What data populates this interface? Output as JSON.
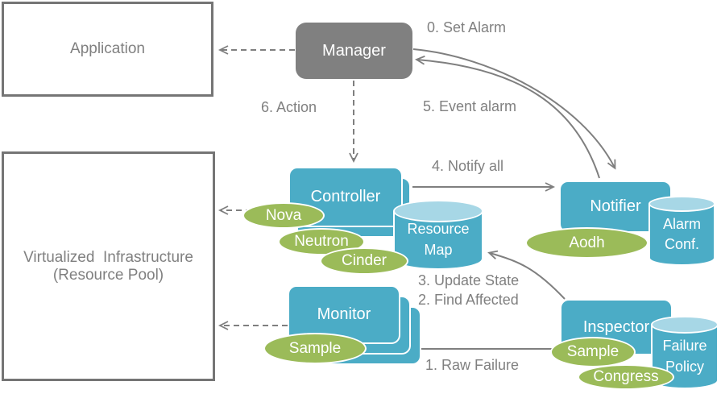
{
  "colors": {
    "blue": "#4bacc6",
    "blue-light": "#a7d7e6",
    "green": "#9bbb59",
    "gray-fill": "#808080",
    "text-gray": "#808080",
    "line-gray": "#7f7f7f",
    "border-gray": "#757575"
  },
  "boxes": {
    "application": {
      "label": "Application"
    },
    "virtualized_infrastructure": {
      "line1": "Virtualized  Infrastructure",
      "line2": "(Resource Pool)"
    },
    "manager": {
      "label": "Manager"
    },
    "controller": {
      "label": "Controller"
    },
    "monitor": {
      "label": "Monitor"
    },
    "notifier": {
      "label": "Notifier"
    },
    "inspector": {
      "label": "Inspector"
    }
  },
  "cylinders": {
    "resource_map": {
      "line1": "Resource",
      "line2": "Map"
    },
    "alarm_conf": {
      "line1": "Alarm",
      "line2": "Conf."
    },
    "failure_policy": {
      "line1": "Failure",
      "line2": "Policy"
    }
  },
  "plugins": {
    "nova": "Nova",
    "neutron": "Neutron",
    "cinder": "Cinder",
    "monitor_sample": "Sample",
    "aodh": "Aodh",
    "inspector_sample": "Sample",
    "congress": "Congress"
  },
  "flow_labels": {
    "set_alarm": "0. Set Alarm",
    "event_alarm": "5. Event alarm",
    "action": "6. Action",
    "notify_all": "4. Notify all",
    "update_state": "3. Update State",
    "find_affected": "2. Find Affected",
    "raw_failure": "1. Raw Failure"
  }
}
